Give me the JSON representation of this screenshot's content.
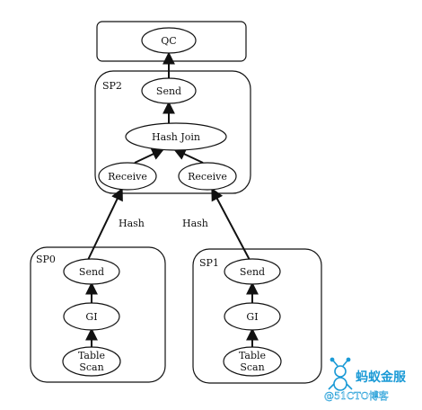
{
  "boxes": {
    "qc_box": "",
    "sp2": "SP2",
    "sp0": "SP0",
    "sp1": "SP1"
  },
  "nodes": {
    "qc": "QC",
    "sp2_send": "Send",
    "hash_join": "Hash Join",
    "receive_left": "Receive",
    "receive_right": "Receive",
    "sp0_send": "Send",
    "sp0_gi": "GI",
    "sp0_table_scan_line1": "Table",
    "sp0_table_scan_line2": "Scan",
    "sp1_send": "Send",
    "sp1_gi": "GI",
    "sp1_table_scan_line1": "Table",
    "sp1_table_scan_line2": "Scan"
  },
  "edge_labels": {
    "left": "Hash",
    "right": "Hash"
  },
  "watermark": {
    "brand": "蚂蚁金服",
    "credit": "@51CTO博客"
  },
  "colors": {
    "stroke": "#111111",
    "watermark": "#1a9ad6",
    "background": "#ffffff"
  }
}
